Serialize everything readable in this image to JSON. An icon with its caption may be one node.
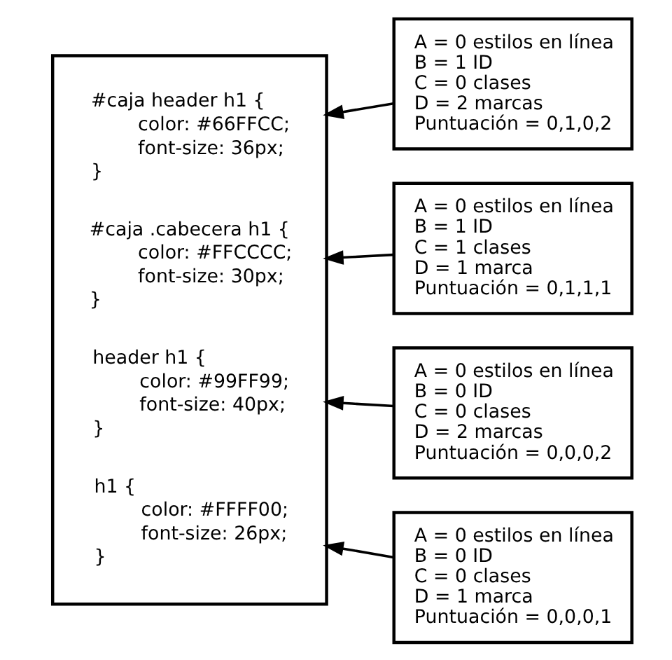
{
  "diagram": {
    "nodes": [
      {
        "text": [],
        "shape": "box"
      },
      {
        "text": [
          "#caja header h1 {",
          "color: #66FFCC;",
          "font-size: 36px;",
          "}"
        ],
        "in": 0
      },
      {
        "text": [
          "#caja .cabecera h1 {",
          "color: #FFCCCC;",
          "font-size: 30px;",
          "}"
        ],
        "in": 0
      },
      {
        "text": [
          "header h1 {",
          "color: #99FF99;",
          "font-size: 40px;",
          "}"
        ],
        "in": 0
      },
      {
        "text": [
          "h1 {",
          "color: #FFFF00;",
          "font-size: 26px;",
          "}"
        ],
        "in": 0
      },
      {
        "text": [
          "A = 0 estilos en línea",
          "B = 1 ID",
          "C = 0 clases",
          "D = 2 marcas",
          "Puntuación = 0,1,0,2"
        ]
      },
      {
        "text": [
          "A = 0 estilos en línea",
          "B = 1 ID",
          "C = 1 clases",
          "D = 1 marca",
          "Puntuación = 0,1,1,1"
        ]
      },
      {
        "text": [
          "A = 0 estilos en línea",
          "B = 0 ID",
          "C = 0 clases",
          "D = 2 marcas",
          "Puntuación = 0,0,0,2"
        ]
      },
      {
        "text": [
          "A = 0 estilos en línea",
          "B = 0 ID",
          "C = 0 clases",
          "D = 1 marca",
          "Puntuación = 0,0,0,1"
        ]
      }
    ],
    "edges": [
      {
        "from": 5,
        "to": 1,
        "arrow": "to"
      },
      {
        "from": 6,
        "to": 2,
        "arrow": "to"
      },
      {
        "from": 7,
        "to": 3,
        "arrow": "to"
      },
      {
        "from": 8,
        "to": 4,
        "arrow": "to"
      }
    ]
  }
}
